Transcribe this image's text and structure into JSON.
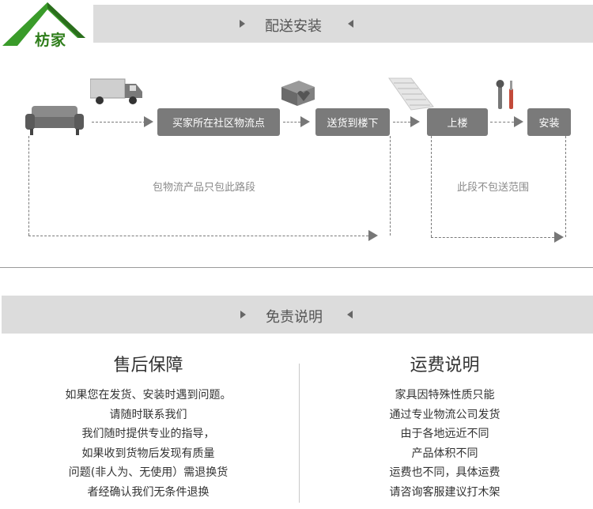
{
  "brand": {
    "name": "枋家",
    "green": "#3a9b2a",
    "dark_green": "#2e7d1a"
  },
  "install_section": {
    "title": "配送安装",
    "steps": [
      "买家所在社区物流点",
      "送货到楼下",
      "上楼",
      "安装"
    ],
    "note_left": "包物流产品只包此路段",
    "note_right": "此段不包送范围",
    "icons": [
      "sofa-icon",
      "truck-icon",
      "package-icon",
      "stairs-icon",
      "tools-icon"
    ]
  },
  "disclaimer_section": {
    "title": "免责说明",
    "after_sales": {
      "title": "售后保障",
      "lines": [
        "如果您在发货、安装时遇到问题。",
        "请随时联系我们",
        "我们随时提供专业的指导，",
        "如果收到货物后发现有质量",
        "问题(非人为、无使用）需退换货",
        "者经确认我们无条件退换"
      ]
    },
    "shipping": {
      "title": "运费说明",
      "lines": [
        "家具因特殊性质只能",
        "通过专业物流公司发货",
        "由于各地远近不同",
        "产品体积不同",
        "运费也不同，具体运费",
        "请咨询客服建议打木架"
      ]
    }
  }
}
